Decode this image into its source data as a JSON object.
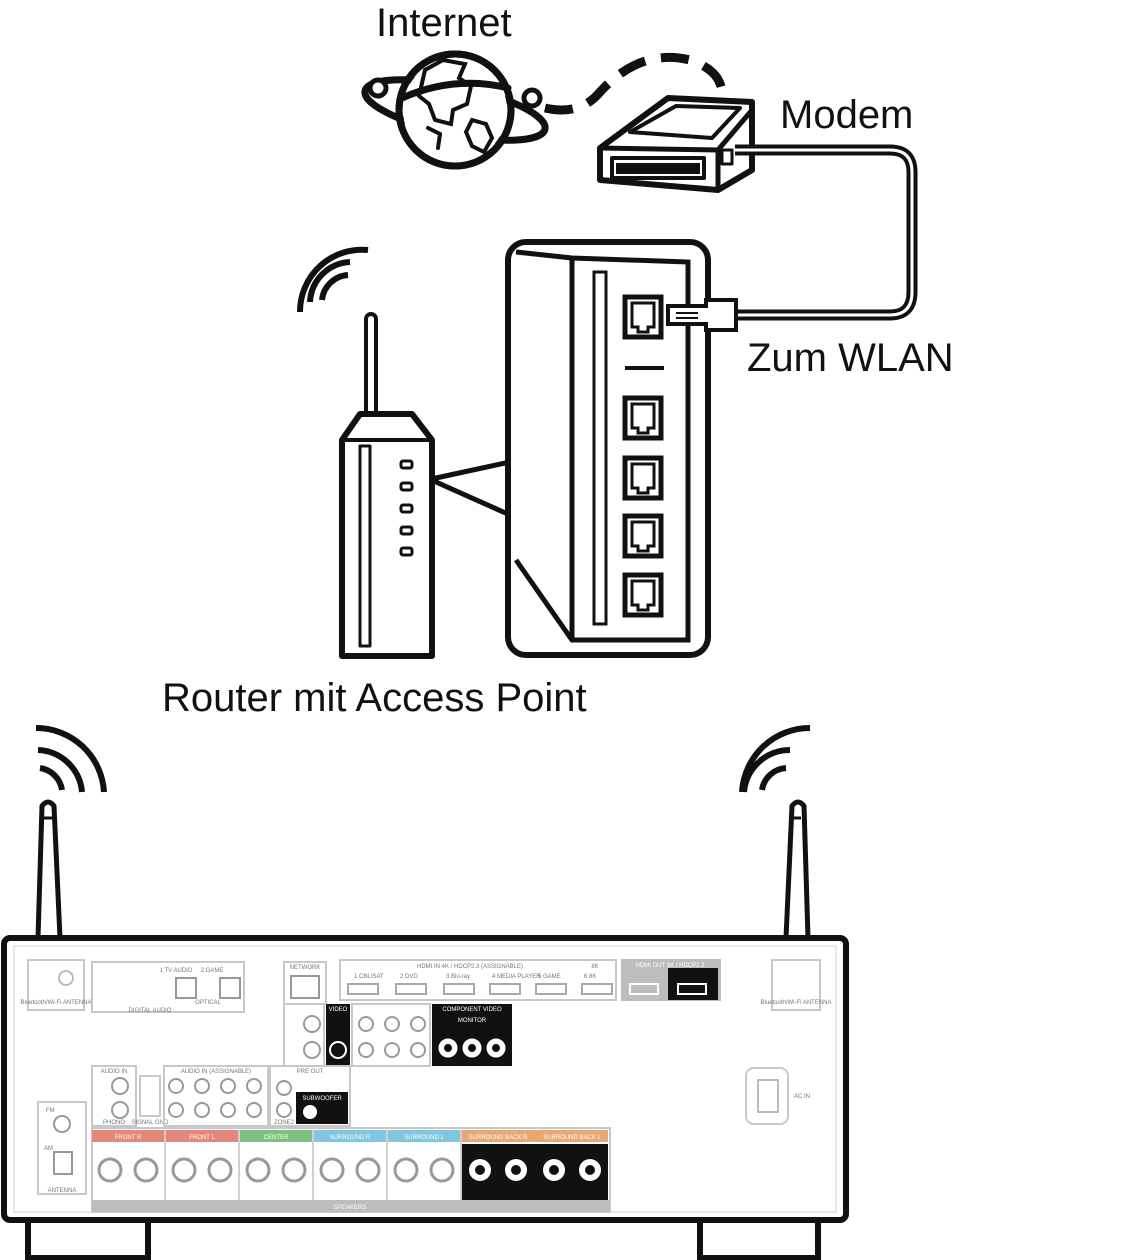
{
  "labels": {
    "internet": "Internet",
    "modem": "Modem",
    "zum_wlan": "Zum WLAN",
    "router": "Router mit Access Point"
  },
  "receiver": {
    "left_antenna": "Bluetooth/Wi-Fi ANTENNA",
    "right_antenna": "Bluetooth/Wi-Fi ANTENNA",
    "network": "NETWORK",
    "digital_audio": "DIGITAL AUDIO",
    "optical": "OPTICAL",
    "optical_1": "1 TV AUDIO",
    "optical_2": "2 GAME",
    "hdmi_in": "HDMI IN 4K / HDCP2.3 (ASSIGNABLE)",
    "hdmi_8k": "8K",
    "hdmi_out": "HDMI OUT 8K / HDCP2.3",
    "hdmi_inputs": [
      "1 CBL/SAT",
      "2 DVD",
      "3 Blu-ray",
      "4 MEDIA PLAYER",
      "5 GAME",
      "6 8K"
    ],
    "video": "VIDEO",
    "component_video": "COMPONENT VIDEO",
    "monitor": "MONITOR",
    "audio_in": "AUDIO IN",
    "audio_assignable": "AUDIO IN (ASSIGNABLE)",
    "phono": "PHONO",
    "signal_gnd": "SIGNAL GND",
    "pre_out": "PRE OUT",
    "zone2": "ZONE2",
    "subwoofer": "SUBWOOFER",
    "fm": "FM",
    "am": "AM",
    "antenna": "ANTENNA",
    "ac_in": "AC IN",
    "speakers": "SPEAKERS",
    "speaker_groups": [
      "FRONT R",
      "FRONT L",
      "CENTER",
      "SURROUND R",
      "SURROUND L",
      "SURROUND BACK R",
      "SURROUND BACK L"
    ]
  },
  "colors": {
    "line": "#111111",
    "receiver_outline": "#111111",
    "receiver_panel": "#bdbdbd",
    "front": "#e4877a",
    "center": "#7fbf7f",
    "surround": "#7fc6de",
    "surround_back": "#e8a873"
  }
}
